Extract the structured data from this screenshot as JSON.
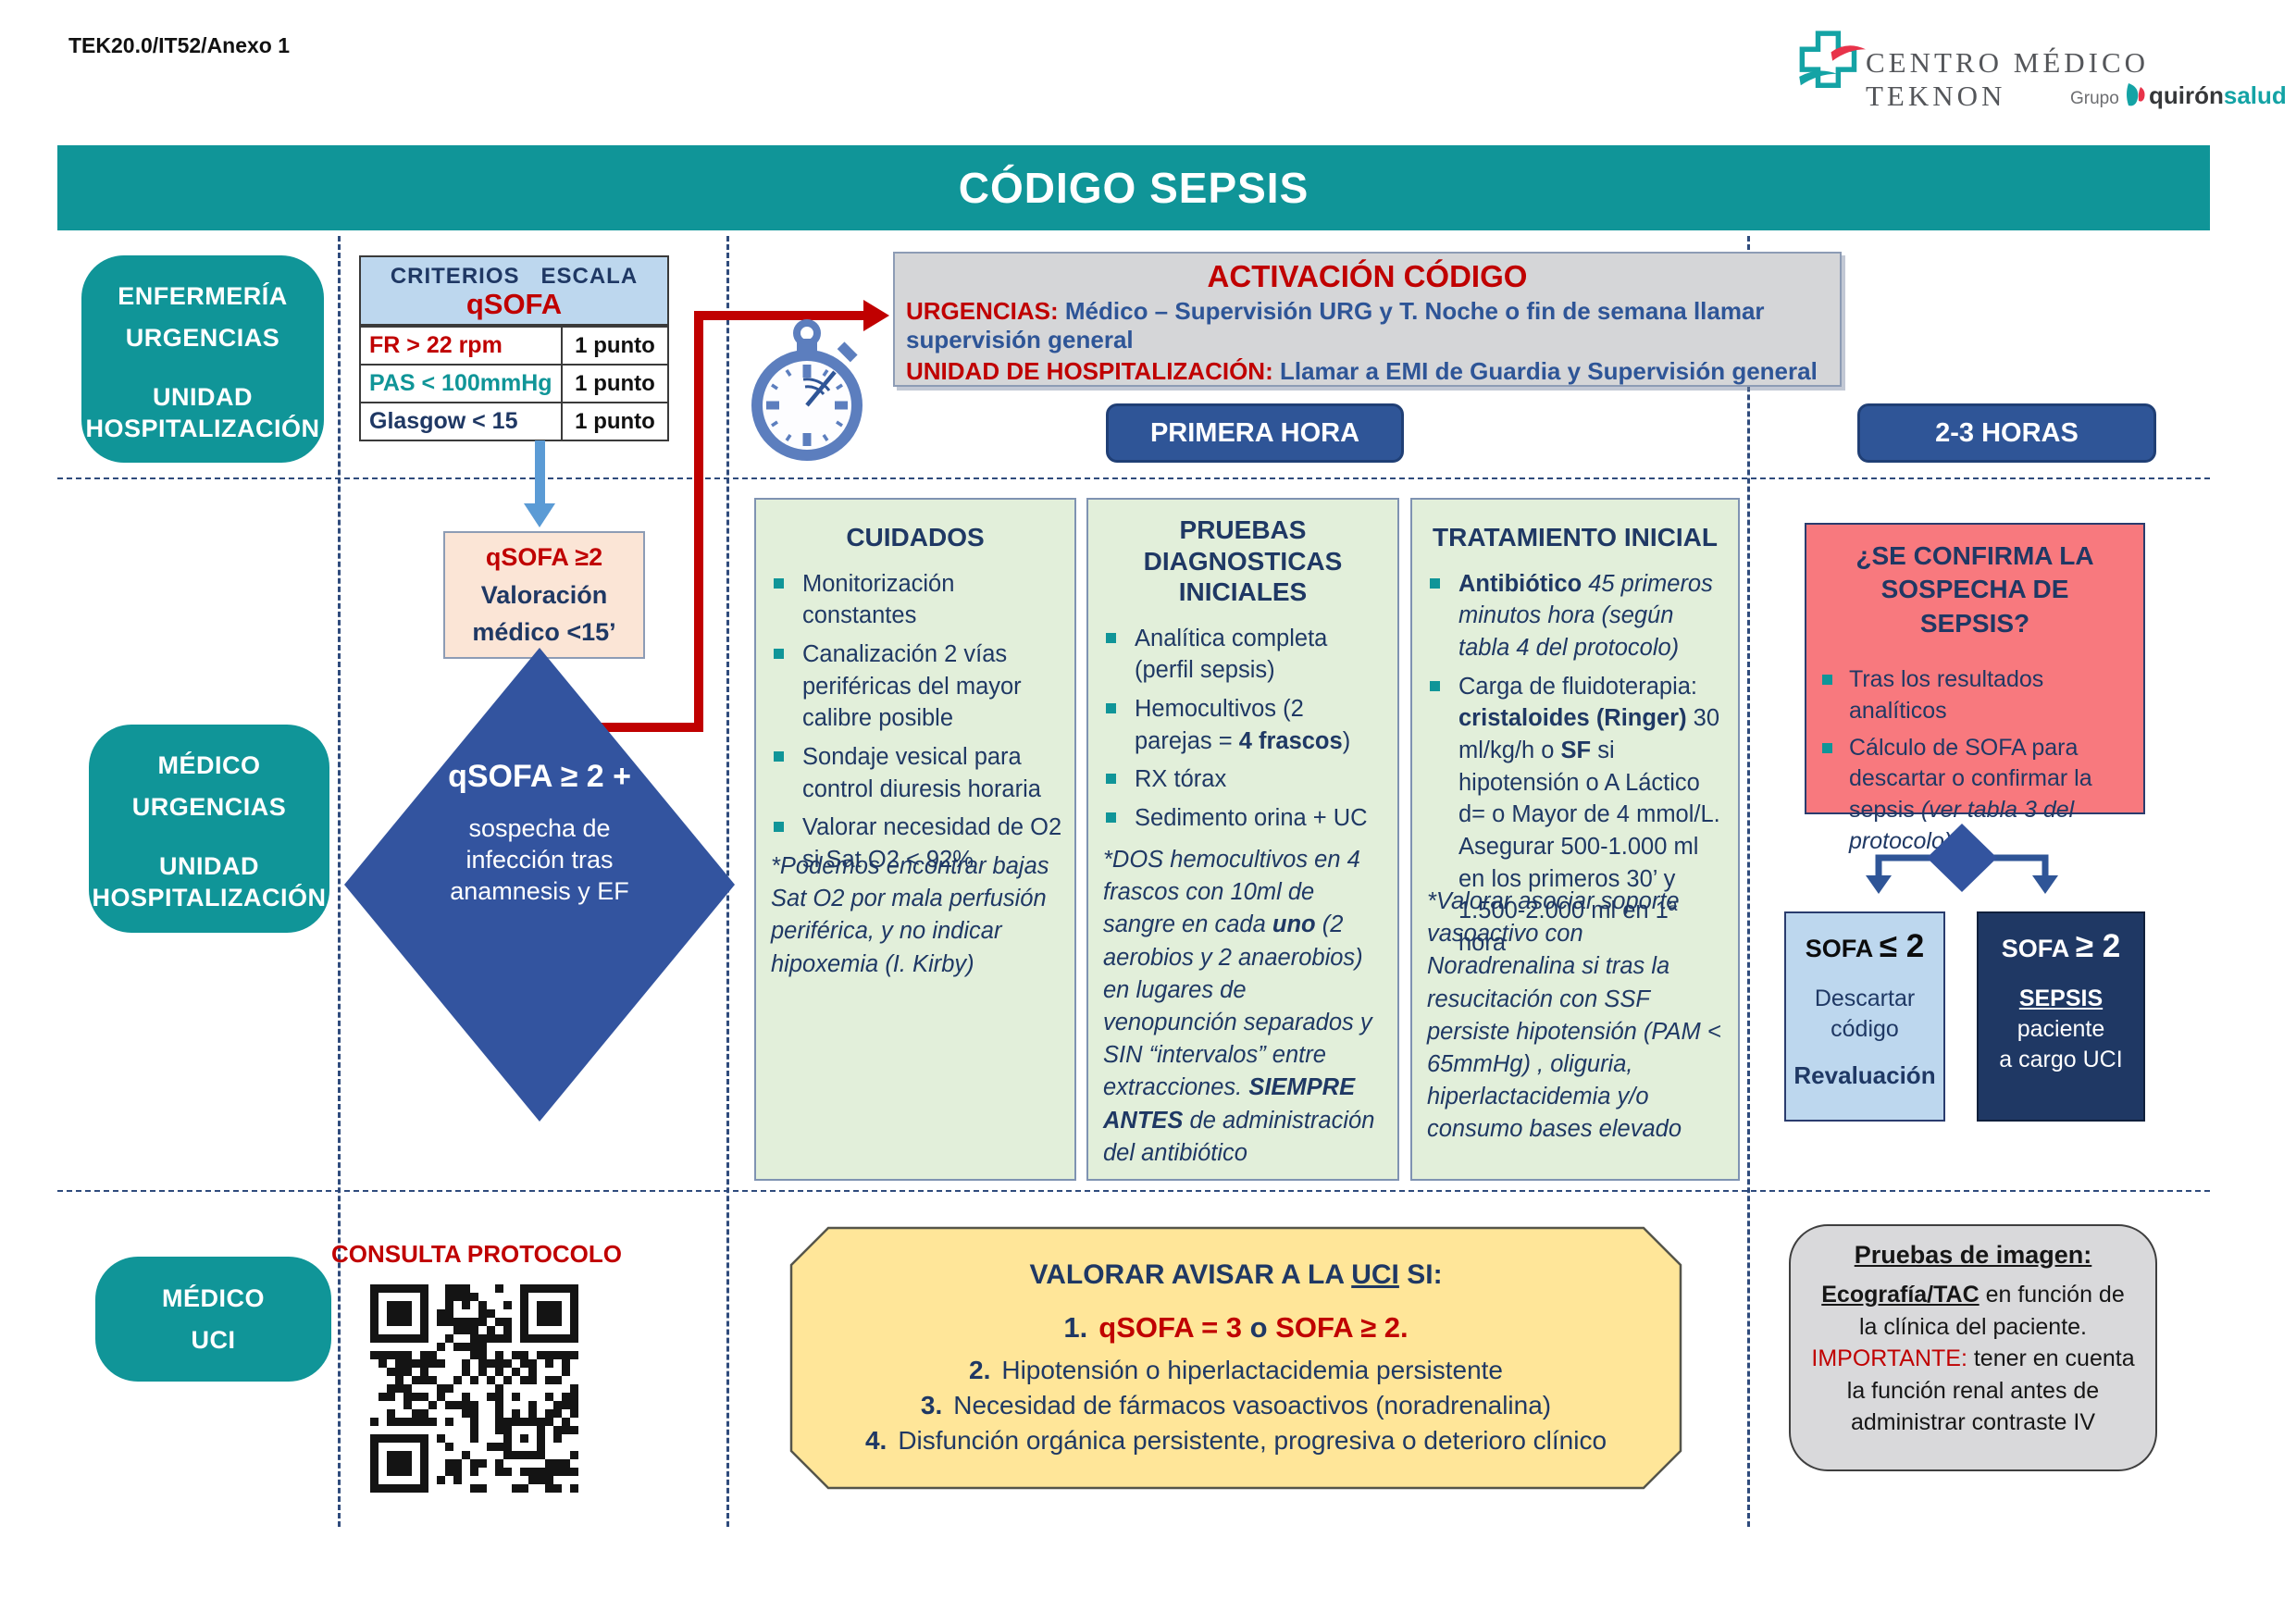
{
  "colors": {
    "teal": "#109598",
    "navy": "#1F3864",
    "blue": "#2E5597",
    "red": "#C00000",
    "light_blue": "#BDD7EE",
    "green": "#E2EFDA",
    "peach": "#FBE5D6",
    "pink": "#F8797E",
    "yellow": "#FFE699",
    "diamond": "#33549F",
    "button_blue": "#2F5597",
    "arrow_blue": "#5B9BD5",
    "watch_blue": "#5C7EBE",
    "dash": "#2F4B7C"
  },
  "doc_code": "TEK20.0/IT52/Anexo 1",
  "logo": {
    "name": "CENTRO MÉDICO TEKNON",
    "group": "Grupo",
    "brand1": "quirón",
    "brand2": "salud"
  },
  "title": "CÓDIGO SEPSIS",
  "timeline": {
    "first": "PRIMERA HORA",
    "second": "2-3 HORAS"
  },
  "lanes": {
    "lane1": {
      "lines": [
        "ENFERMERÍA",
        "URGENCIAS",
        "UNIDAD",
        "HOSPITALIZACIÓN"
      ]
    },
    "lane2": {
      "lines": [
        "MÉDICO",
        "URGENCIAS",
        "UNIDAD",
        "HOSPITALIZACIÓN"
      ]
    },
    "lane3": {
      "lines": [
        "MÉDICO",
        "UCI"
      ]
    }
  },
  "qsofa_table": {
    "header1": "CRITERIOS   ESCALA",
    "header2": "qSOFA",
    "rows": [
      {
        "criterion": "FR > 22 rpm",
        "points": "1 punto"
      },
      {
        "criterion": "PAS < 100mmHg",
        "points": "1 punto"
      },
      {
        "criterion": "Glasgow < 15",
        "points": "1 punto"
      }
    ]
  },
  "activation": {
    "title": "ACTIVACIÓN CÓDIGO",
    "line1_label": "URGENCIAS:",
    "line1_text": " Médico – Supervisión URG y T. Noche o fin de semana llamar supervisión general",
    "line2_label": "UNIDAD DE HOSPITALIZACIÓN:",
    "line2_text": " Llamar a EMI de Guardia y Supervisión general"
  },
  "triage": {
    "valoracion1": "qSOFA ≥2",
    "valoracion2": "Valoración",
    "valoracion3": "médico <15’",
    "diamond_bold": "qSOFA ≥ 2 +",
    "diamond_lines": [
      "sospecha de",
      "infección tras",
      "anamnesis y EF"
    ]
  },
  "cuidados": {
    "title": "CUIDADOS",
    "bullets": [
      [
        {
          "t": "Monitorización constantes"
        }
      ],
      [
        {
          "t": "Canalización 2 vías periféricas del mayor calibre posible"
        }
      ],
      [
        {
          "t": "Sondaje vesical para control diuresis horaria"
        }
      ],
      [
        {
          "t": "Valorar necesidad de O2 si Sat O2 < 92%"
        }
      ]
    ],
    "note": [
      {
        "t": "*Podemos encontrar bajas Sat O2 por mala perfusión periférica, y no indicar hipoxemia (I. Kirby)",
        "s": "i"
      }
    ]
  },
  "pruebas": {
    "title1": "PRUEBAS DIAGNOSTICAS",
    "title2": "INICIALES",
    "bullets": [
      [
        {
          "t": "Analítica completa (perfil sepsis)"
        }
      ],
      [
        {
          "t": "Hemocultivos (2 parejas = "
        },
        {
          "t": "4 frascos",
          "s": "b"
        },
        {
          "t": ")"
        }
      ],
      [
        {
          "t": "RX tórax"
        }
      ],
      [
        {
          "t": "Sedimento orina + UC"
        }
      ]
    ],
    "note": [
      {
        "t": "*DOS hemocultivos en 4 frascos con 10ml de sangre en cada ",
        "s": "i"
      },
      {
        "t": "uno",
        "s": "b i"
      },
      {
        "t": " (2 aerobios y 2 anaerobios) en lugares de venopunción separados y SIN “intervalos” entre extracciones. ",
        "s": "i"
      },
      {
        "t": "SIEMPRE ANTES",
        "s": "b i"
      },
      {
        "t": " de administración del antibiótico",
        "s": "i"
      }
    ]
  },
  "tratamiento": {
    "title": "TRATAMIENTO INICIAL",
    "bullets": [
      [
        {
          "t": "Antibiótico ",
          "s": "b"
        },
        {
          "t": "45 primeros minutos hora  (según tabla 4 del protocolo)",
          "s": "i"
        }
      ],
      [
        {
          "t": "Carga de fluidoterapia: "
        },
        {
          "t": "cristaloides (Ringer)",
          "s": "b"
        },
        {
          "t": " 30 ml/kg/h o "
        },
        {
          "t": "SF",
          "s": "b"
        },
        {
          "t": " si hipotensión o A Láctico d= o Mayor de 4 mmol/L. Asegurar 500-1.000 ml en los primeros 30’ y 1.500-2.000 ml en 1ª hora"
        }
      ]
    ],
    "note": [
      {
        "t": "*Valorar asociar soporte vasoactivo con Noradrenalina si tras la resucitación con SSF persiste hipotensión (PAM < 65mmHg) , oliguria, hiperlactacidemia y/o consumo bases elevado",
        "s": "i"
      }
    ]
  },
  "confirm": {
    "title1": "¿SE CONFIRMA LA SOSPECHA DE",
    "title2": "SEPSIS?",
    "bullets": [
      [
        {
          "t": "Tras los resultados analíticos"
        }
      ],
      [
        {
          "t": "Cálculo de SOFA para descartar o confirmar la sepsis "
        },
        {
          "t": "(ver tabla 3 del protocolo)",
          "s": "i"
        }
      ]
    ]
  },
  "sofa_low": {
    "title": [
      {
        "t": "SOFA ",
        "s": "b"
      },
      {
        "t": "≤ 2",
        "s": "b lg"
      }
    ],
    "line1": "Descartar",
    "line2": "código",
    "line3": "Revaluación"
  },
  "sofa_high": {
    "title": [
      {
        "t": "SOFA ",
        "s": "b"
      },
      {
        "t": "≥ 2",
        "s": "b lg"
      }
    ],
    "line1": [
      {
        "t": "SEPSIS ",
        "s": "b u"
      },
      {
        "t": "paciente"
      }
    ],
    "line2": "a cargo UCI"
  },
  "protocol": {
    "consulta": "CONSULTA PROTOCOLO"
  },
  "uci_box": {
    "title": [
      {
        "t": "VALORAR AVISAR A LA "
      },
      {
        "t": "UCI",
        "s": "u"
      },
      {
        "t": " SI:"
      }
    ],
    "items": [
      [
        {
          "t": "1.",
          "s": "mr"
        },
        {
          "t": "qSOFA = 3 ",
          "s": "red"
        },
        {
          "t": "o "
        },
        {
          "t": "SOFA ≥ 2.",
          "s": "red"
        }
      ],
      [
        {
          "t": "2.",
          "s": "b mr"
        },
        {
          "t": "Hipotensión o hiperlactacidemia persistente"
        }
      ],
      [
        {
          "t": "3.",
          "s": "b mr"
        },
        {
          "t": "Necesidad de fármacos vasoactivos (noradrenalina)"
        }
      ],
      [
        {
          "t": "4.",
          "s": "b mr"
        },
        {
          "t": "Disfunción orgánica persistente, progresiva o deterioro clínico"
        }
      ]
    ]
  },
  "imaging": {
    "title": "Pruebas de imagen:",
    "body": [
      {
        "t": "Ecografía/TAC",
        "s": "b u"
      },
      {
        "t": " en función de la clínica del paciente. "
      },
      {
        "t": "IMPORTANTE:",
        "s": "red"
      },
      {
        "t": " tener en cuenta la función renal antes de administrar contraste IV"
      }
    ]
  }
}
